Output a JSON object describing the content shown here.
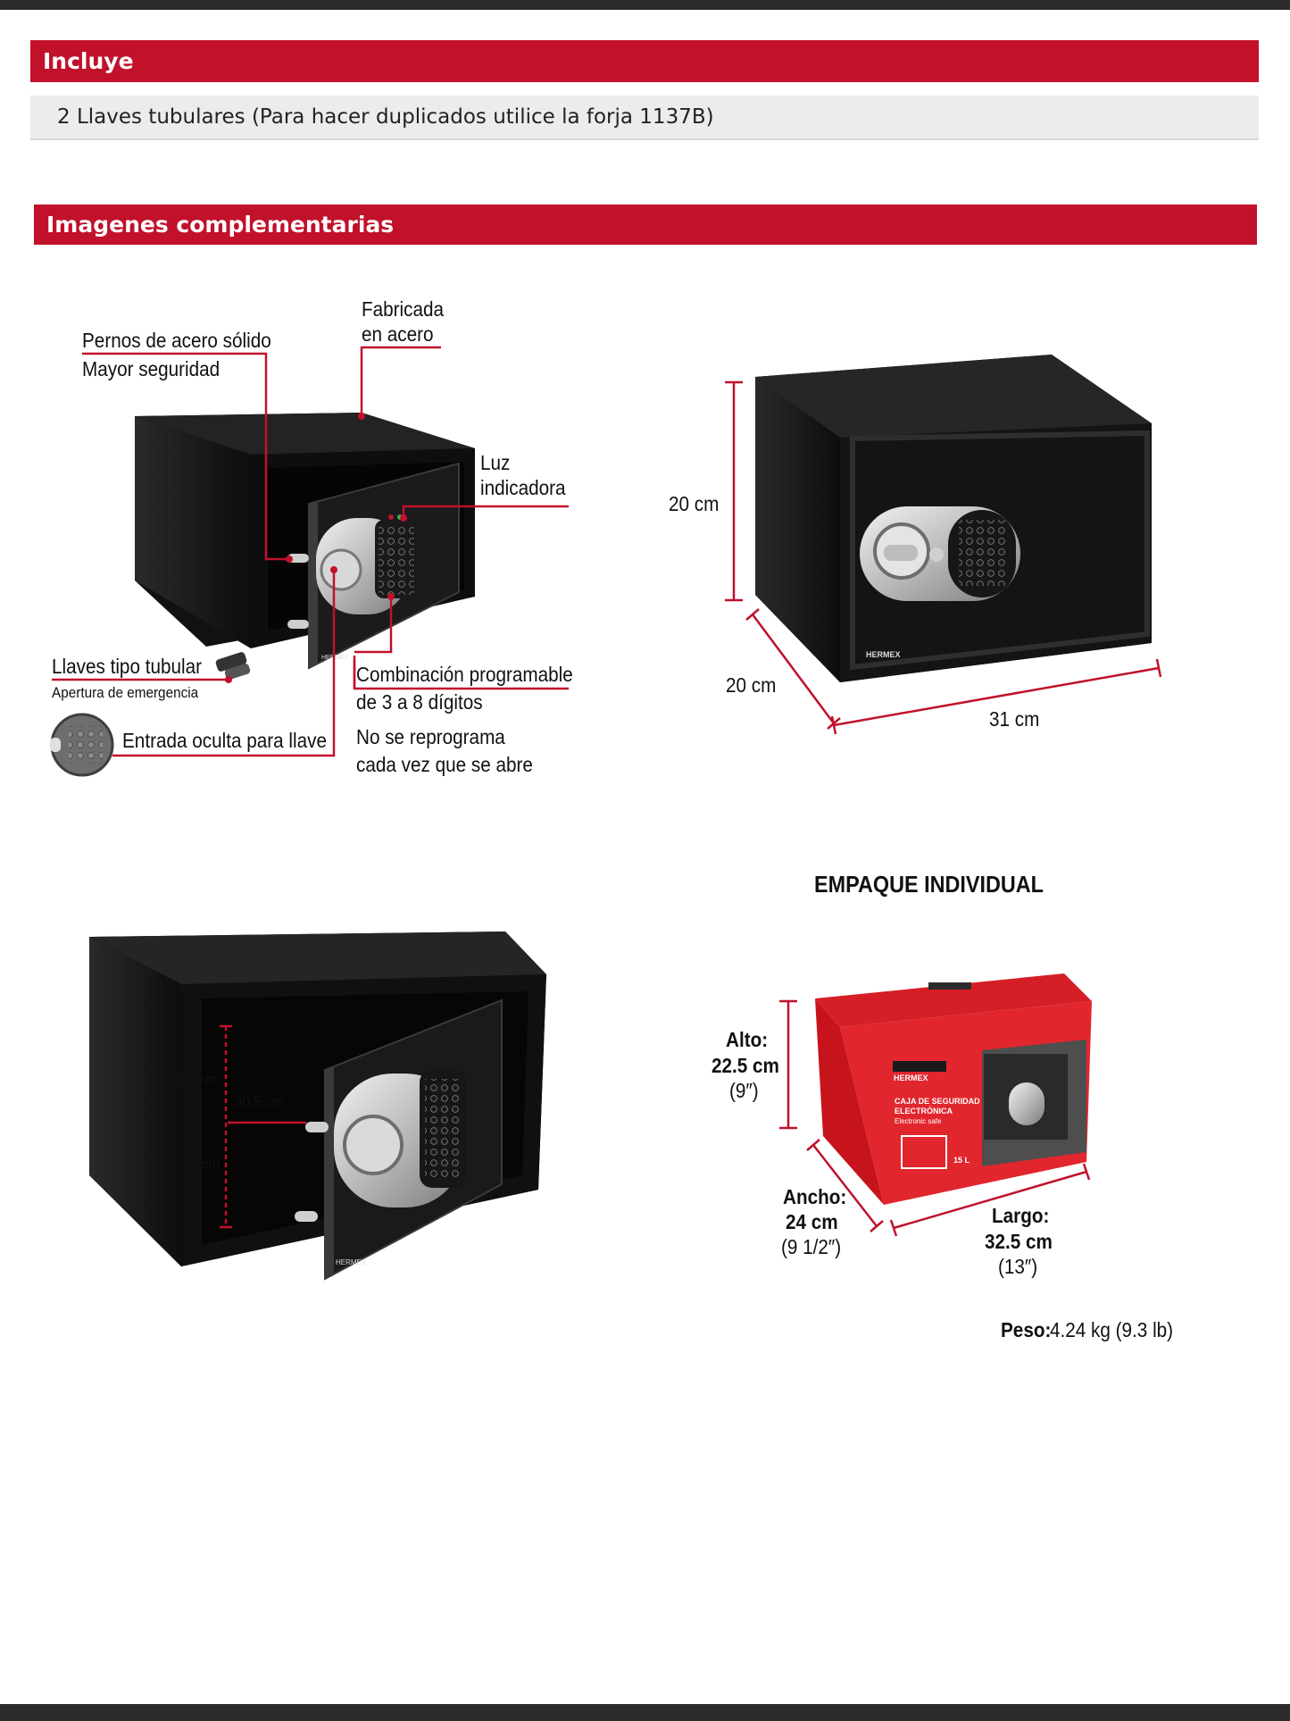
{
  "sections": {
    "incluye": {
      "title": "Incluye",
      "items": [
        "2 Llaves tubulares (Para hacer duplicados utilice la forja 1137B)"
      ]
    },
    "imagenes": {
      "title": "Imagenes complementarias"
    }
  },
  "features": {
    "pernos_l1": "Pernos de acero sólido",
    "pernos_l2": "Mayor seguridad",
    "fabricada_l1": "Fabricada",
    "fabricada_l2": "en acero",
    "luz_l1": "Luz",
    "luz_l2": "indicadora",
    "llaves_l1": "Llaves tipo tubular",
    "llaves_l2": "Apertura de emergencia",
    "entrada": "Entrada oculta para llave",
    "combinacion_l1": "Combinación programable",
    "combinacion_l2": "de 3 a 8 dígitos",
    "reprograma_l1": "No se reprograma",
    "reprograma_l2": "cada vez que se abre"
  },
  "dimensions": {
    "alto": "20 cm",
    "fondo": "20 cm",
    "largo": "31 cm",
    "brand": "HERMEX"
  },
  "interior": {
    "alto_superior": "19.5 cm",
    "alto_inferior": "18 cm",
    "ancho": "30.5 cm"
  },
  "empaque": {
    "title": "EMPAQUE INDIVIDUAL",
    "alto_label": "Alto:",
    "alto_value": "22.5 cm",
    "alto_in": "(9″)",
    "ancho_label": "Ancho:",
    "ancho_value": "24 cm",
    "ancho_in": "(9 1/2″)",
    "largo_label": "Largo:",
    "largo_value": "32.5 cm",
    "largo_in": "(13″)",
    "peso_label": "Peso:",
    "peso_value": "4.24 kg (9.3 lb)",
    "box_title_l1": "CAJA DE SEGURIDAD",
    "box_title_l2": "ELECTRÓNICA",
    "box_subtitle": "Electronic safe",
    "box_capacity": "15 L"
  },
  "colors": {
    "accent": "#c1112b",
    "band": "#ececec",
    "bar": "#2b2b2b"
  }
}
